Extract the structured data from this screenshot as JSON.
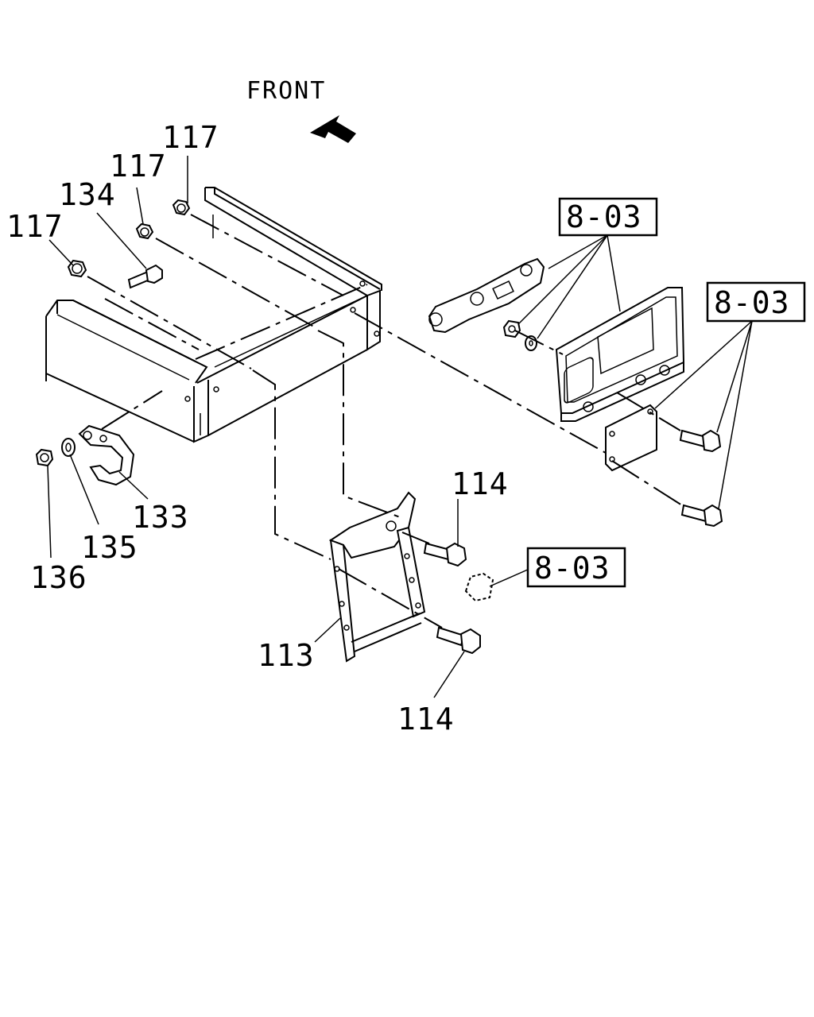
{
  "orientation_label": "FRONT",
  "callouts": {
    "nut_a": "117",
    "nut_b": "117",
    "nut_c": "117",
    "bolt_134": "134",
    "hook_133": "133",
    "washer_135": "135",
    "nut_136": "136",
    "bracket_113": "113",
    "bolt_114_upper": "114",
    "bolt_114_lower": "114"
  },
  "references": {
    "ref_lamp": "8-03",
    "ref_plate": "8-03",
    "ref_cap": "8-03"
  }
}
